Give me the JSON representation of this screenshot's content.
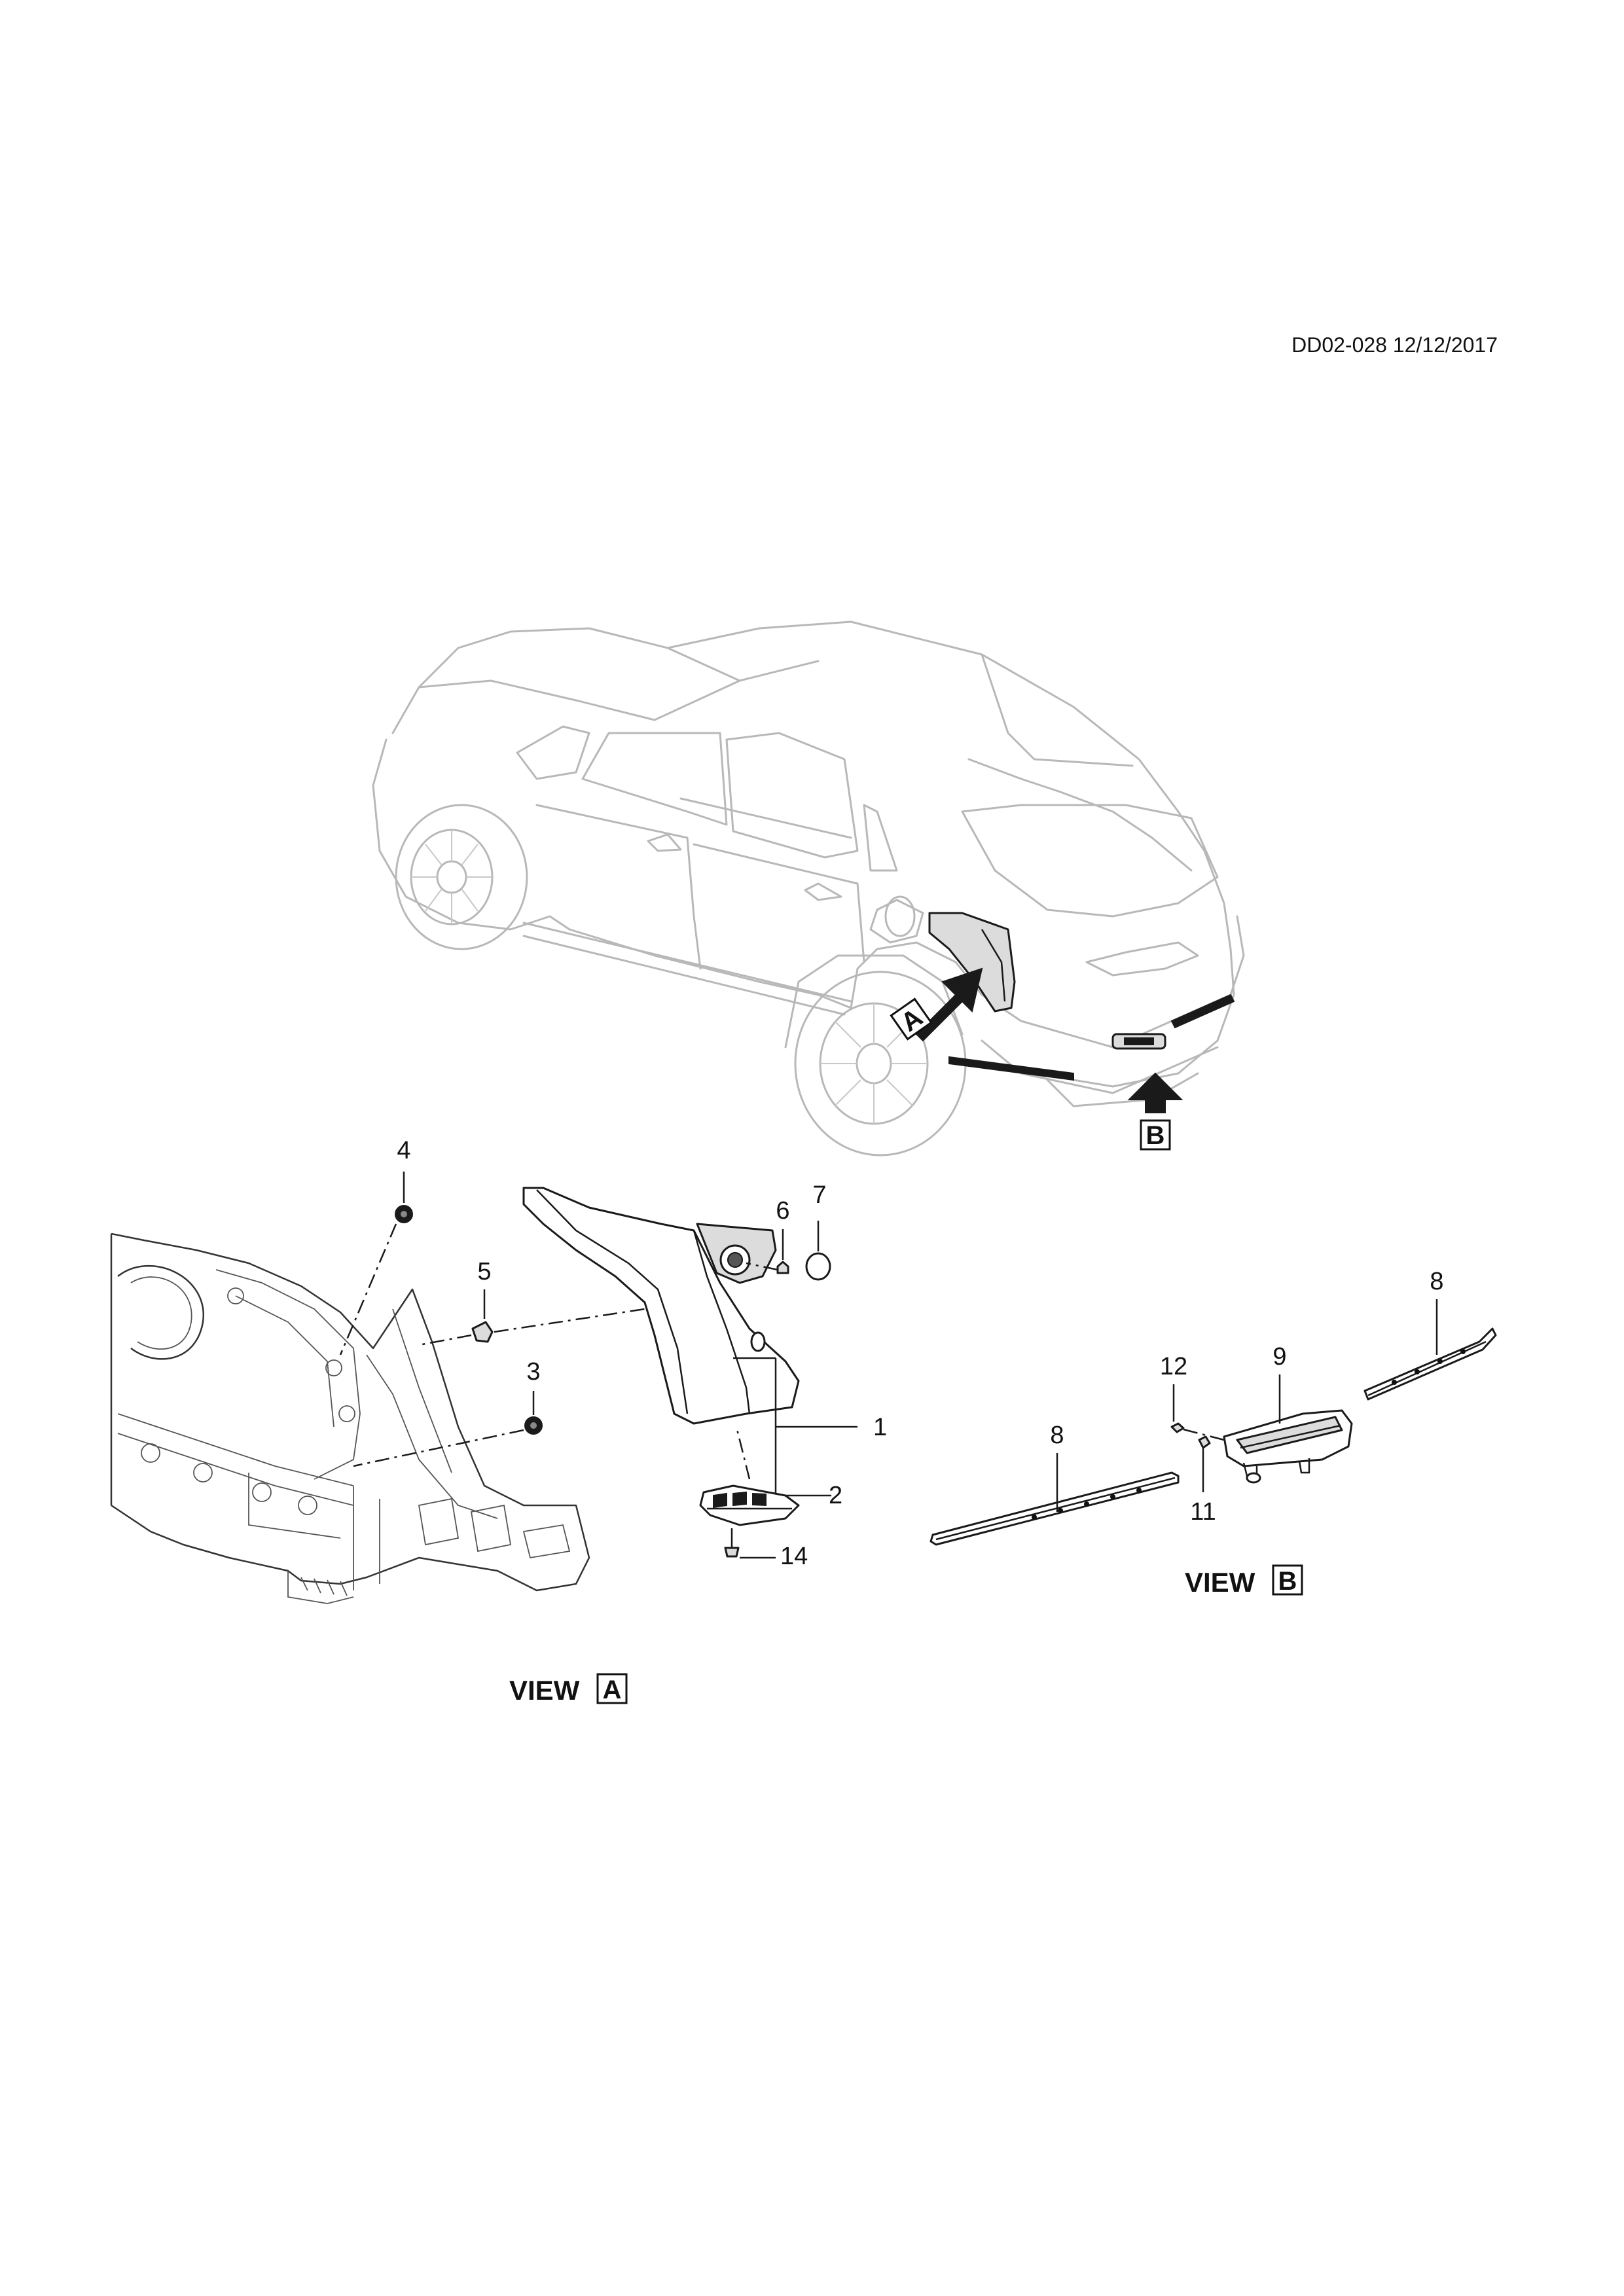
{
  "document_id": "DD02-028 12/12/2017",
  "view_a": {
    "prefix": "VIEW",
    "letter": "A"
  },
  "view_b": {
    "prefix": "VIEW",
    "letter": "B"
  },
  "arrow_labels": {
    "a": "A",
    "b": "B"
  },
  "callouts": {
    "c1": "1",
    "c2": "2",
    "c3": "3",
    "c4": "4",
    "c5": "5",
    "c6": "6",
    "c7": "7",
    "c8a": "8",
    "c8b": "8",
    "c9": "9",
    "c11": "11",
    "c12": "12",
    "c14": "14"
  }
}
